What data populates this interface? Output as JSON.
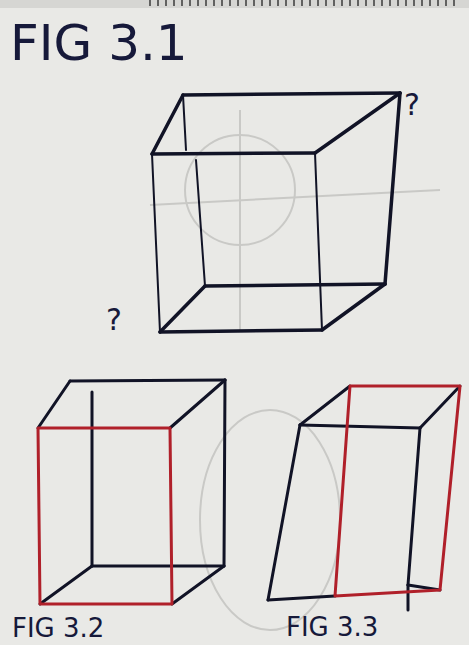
{
  "diagram": {
    "labels": [
      "FIG 3.1",
      "?",
      "?",
      "FIG 3.2",
      "FIG 3.3"
    ]
  }
}
